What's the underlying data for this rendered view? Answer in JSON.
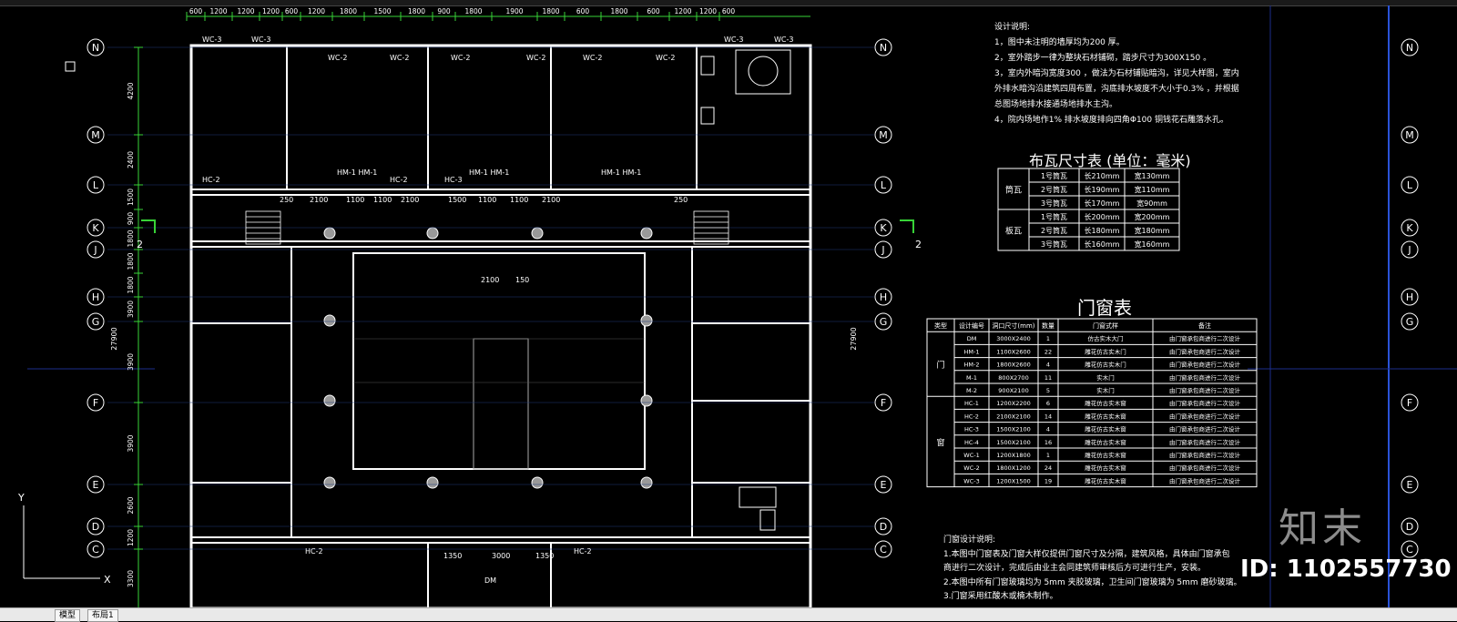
{
  "grid_rows": [
    "N",
    "M",
    "L",
    "K",
    "J",
    "H",
    "G",
    "F",
    "E",
    "D",
    "C"
  ],
  "top_dims": [
    "600",
    "1200",
    "1200",
    "1200",
    "600",
    "1200",
    "1800",
    "1500",
    "1800",
    "900",
    "1800",
    "1900",
    "1800",
    "600",
    "1800",
    "600",
    "1200",
    "1200",
    "600"
  ],
  "left_dims": [
    "4200",
    "2400",
    "1500",
    "900",
    "1800",
    "1800",
    "1800",
    "3900",
    "3900",
    "3900",
    "2600",
    "1200",
    "3300"
  ],
  "left_total": "27900",
  "right_total": "27900",
  "room_codes": {
    "wc3_a": "WC-3",
    "wc3_b": "WC-3",
    "wc3_c": "WC-3",
    "wc3_d": "WC-3",
    "wc2_a": "WC-2",
    "wc2_b": "WC-2",
    "wc2_c": "WC-2",
    "wc2_d": "WC-2",
    "wc2_e": "WC-2",
    "wc2_f": "WC-2",
    "hc2_a": "HC-2",
    "hc2_b": "HC-2",
    "hc2_c": "HC-2",
    "hc2_d": "HC-2",
    "hc3": "HC-3",
    "hm1_a": "HM-1 HM-1",
    "hm1_b": "HM-1 HM-1",
    "hm1_c": "HM-1 HM-1",
    "dm": "DM"
  },
  "inner_dims": {
    "d250a": "250",
    "d2100a": "2100",
    "d1100a": "1100",
    "d1100b": "1100",
    "d2100b": "2100",
    "d1500": "1500",
    "d1100c": "1100",
    "d1100d": "1100",
    "d2100c": "2100",
    "d250b": "250",
    "c2100": "2100",
    "c150": "150",
    "b1350": "1350",
    "b3000": "3000",
    "b1350b": "1350"
  },
  "design_notes": {
    "title": "设计说明:",
    "items": [
      "1，图中未注明的墙厚均为200 厚。",
      "2，室外踏步一律为整块石材铺砌，踏步尺寸为300X150 。",
      "3，室内外暗沟宽度300 ，做法为石材铺贴暗沟，详见大样图，室内",
      "外排水暗沟沿建筑四周布置，沟底排水坡度不大小于0.3% ，并根据",
      "总图场地排水接通场地排水主沟。",
      "4，院内场地作1% 排水坡度排向四角Φ100 铜钱花石雕落水孔。"
    ]
  },
  "tile_table": {
    "title": "布瓦尺寸表 (单位：毫米)",
    "groups": [
      {
        "name": "筒瓦",
        "rows": [
          [
            "1号筒瓦",
            "长210mm",
            "宽130mm"
          ],
          [
            "2号筒瓦",
            "长190mm",
            "宽110mm"
          ],
          [
            "3号筒瓦",
            "长170mm",
            "宽90mm"
          ]
        ]
      },
      {
        "name": "板瓦",
        "rows": [
          [
            "1号筒瓦",
            "长200mm",
            "宽200mm"
          ],
          [
            "2号筒瓦",
            "长180mm",
            "宽180mm"
          ],
          [
            "3号筒瓦",
            "长160mm",
            "宽160mm"
          ]
        ]
      }
    ]
  },
  "door_table": {
    "title": "门窗表",
    "headers": [
      "类型",
      "设计编号",
      "洞口尺寸(mm)",
      "数量",
      "门窗式样",
      "备注"
    ],
    "groups": [
      {
        "type": "门",
        "rows": [
          [
            "DM",
            "3000X2400",
            "1",
            "仿古实木大门",
            "由门窗承包商进行二次设计"
          ],
          [
            "HM-1",
            "1100X2600",
            "22",
            "雕花仿古实木门",
            "由门窗承包商进行二次设计"
          ],
          [
            "HM-2",
            "1800X2600",
            "4",
            "雕花仿古实木门",
            "由门窗承包商进行二次设计"
          ],
          [
            "M-1",
            "800X2700",
            "11",
            "实木门",
            "由门窗承包商进行二次设计"
          ],
          [
            "M-2",
            "900X2100",
            "5",
            "实木门",
            "由门窗承包商进行二次设计"
          ]
        ]
      },
      {
        "type": "窗",
        "rows": [
          [
            "HC-1",
            "1200X2200",
            "6",
            "雕花仿古实木窗",
            "由门窗承包商进行二次设计"
          ],
          [
            "HC-2",
            "2100X2100",
            "14",
            "雕花仿古实木窗",
            "由门窗承包商进行二次设计"
          ],
          [
            "HC-3",
            "1500X2100",
            "4",
            "雕花仿古实木窗",
            "由门窗承包商进行二次设计"
          ],
          [
            "HC-4",
            "1500X2100",
            "16",
            "雕花仿古实木窗",
            "由门窗承包商进行二次设计"
          ],
          [
            "WC-1",
            "1200X1800",
            "1",
            "雕花仿古实木窗",
            "由门窗承包商进行二次设计"
          ],
          [
            "WC-2",
            "1800X1200",
            "24",
            "雕花仿古实木窗",
            "由门窗承包商进行二次设计"
          ],
          [
            "WC-3",
            "1200X1500",
            "19",
            "雕花仿古实木窗",
            "由门窗承包商进行二次设计"
          ]
        ]
      }
    ]
  },
  "door_notes": {
    "title": "门窗设计说明:",
    "items": [
      "1.本图中门窗表及门窗大样仅提供门窗尺寸及分隔，建筑风格，具体由门窗承包",
      "商进行二次设计，完成后由业主会同建筑师审核后方可进行生产，安装。",
      "2.本图中所有门窗玻璃均为  5mm  夹胶玻璃，卫生间门窗玻璃为  5mm  磨砂玻璃。",
      "3.门窗采用红酸木或楠木制作。"
    ]
  },
  "section_mark": "2",
  "section_mark_left": "2",
  "tabs": [
    "模型",
    "布局1"
  ],
  "watermark": {
    "logo": "知末",
    "id": "ID: 1102557730"
  },
  "colors": {
    "wall": "#ffffff",
    "dim": "#37d337",
    "grid_circle": "#ffffff",
    "accent": "#d83a3a",
    "magenta": "#d35bd3",
    "cyan": "#31c6d6"
  }
}
